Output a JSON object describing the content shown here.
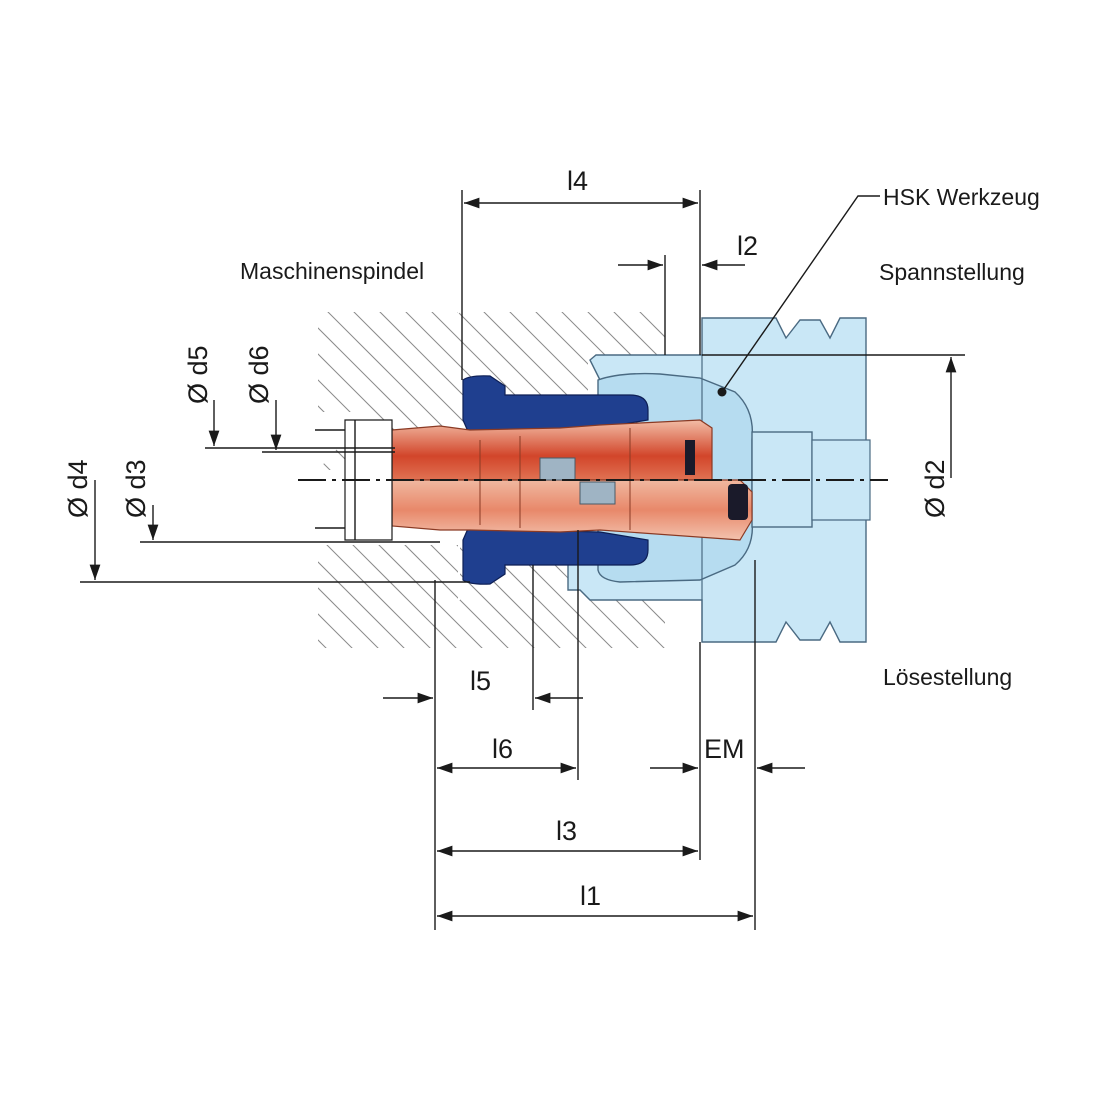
{
  "labels": {
    "machine_spindle": "Maschinenspindel",
    "hsk_tool": "HSK Werkzeug",
    "clamping_position": "Spannstellung",
    "release_position": "Lösestellung"
  },
  "dimensions": {
    "l1": "l1",
    "l2": "l2",
    "l3": "l3",
    "l4": "l4",
    "l5": "l5",
    "l6": "l6",
    "em": "EM",
    "d2": "Ø d2",
    "d3": "Ø d3",
    "d4": "Ø d4",
    "d5": "Ø d5",
    "d6": "Ø d6"
  },
  "colors": {
    "tool_fill": "#c9e7f6",
    "tool_stroke": "#4a6a82",
    "clamp_blue": "#1f3f8f",
    "collet_copper": "#e9a48c",
    "collet_dark": "#c8492e",
    "hatch": "#8a8a8a"
  }
}
